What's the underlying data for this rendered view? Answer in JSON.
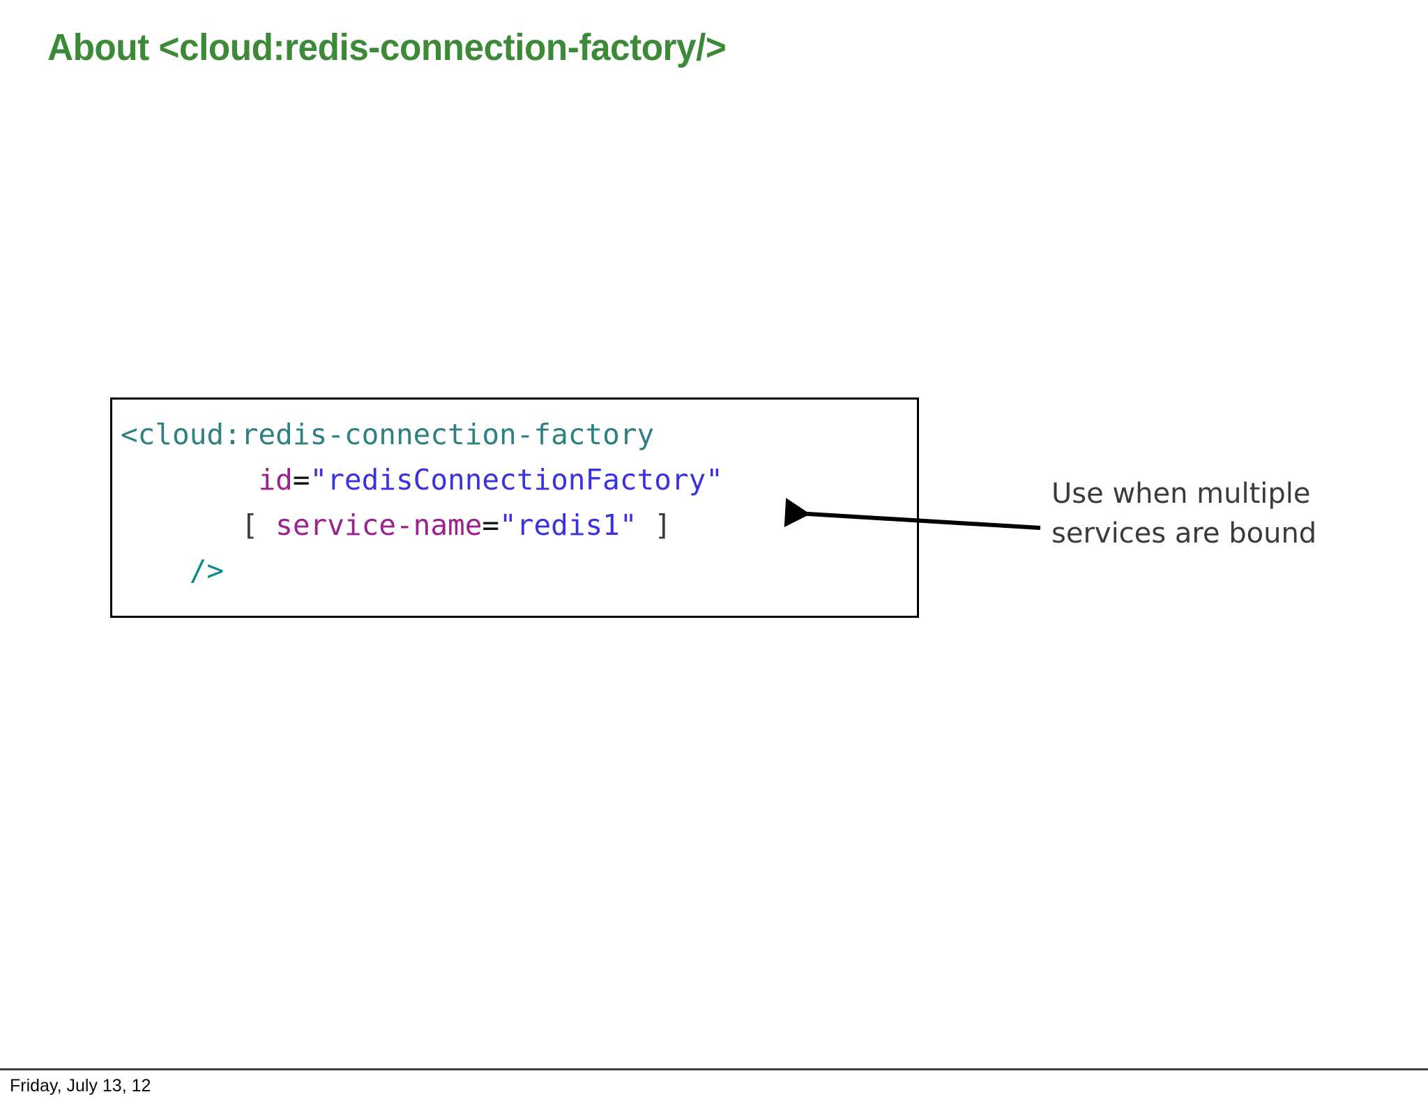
{
  "slide": {
    "title": "About <cloud:redis-connection-factory/>",
    "title_color": "#3c8a38",
    "background_color": "#ffffff"
  },
  "code_block": {
    "border_color": "#000000",
    "colors": {
      "tag": "#2f8080",
      "self_close": "#0d8a8a",
      "attribute": "#9c2190",
      "equals": "#121212",
      "value": "#3b31e0",
      "bracket": "#3c3c3c"
    },
    "lines": [
      {
        "indent": "",
        "tokens": [
          {
            "type": "tag",
            "text": "<cloud:redis-connection-factory"
          }
        ]
      },
      {
        "indent": "        ",
        "tokens": [
          {
            "type": "attribute",
            "text": "id"
          },
          {
            "type": "equals",
            "text": "="
          },
          {
            "type": "value",
            "text": "\"redisConnectionFactory\""
          }
        ]
      },
      {
        "indent": "       ",
        "tokens": [
          {
            "type": "bracket",
            "text": "["
          },
          {
            "type": "space",
            "text": " "
          },
          {
            "type": "attribute",
            "text": "service-name"
          },
          {
            "type": "equals",
            "text": "="
          },
          {
            "type": "value",
            "text": "\"redis1\""
          },
          {
            "type": "space",
            "text": " "
          },
          {
            "type": "bracket",
            "text": "]"
          }
        ]
      },
      {
        "indent": "    ",
        "tokens": [
          {
            "type": "self_close",
            "text": "/>"
          }
        ]
      }
    ]
  },
  "annotation": {
    "arrow_color": "#000000",
    "arrow_direction": "points-left",
    "lines": [
      "Use when multiple",
      "services are bound"
    ],
    "text_color": "#3b3b3b"
  },
  "footer": {
    "date": "Friday, July 13, 12",
    "rule_color": "#3d3d3d"
  }
}
